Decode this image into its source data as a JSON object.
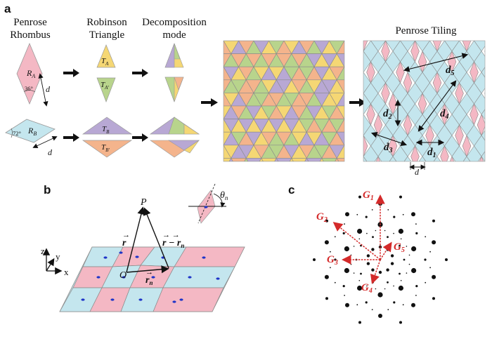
{
  "panels": {
    "a": "a",
    "b": "b",
    "c": "c"
  },
  "row_headers": {
    "rhombus": [
      "Penrose",
      "Rhombus"
    ],
    "triangle": [
      "Robinson",
      "Triangle"
    ],
    "decomposition": [
      "Decomposition",
      "mode"
    ],
    "tiling": "Penrose Tiling"
  },
  "labels": {
    "RA": "R",
    "RA_sub": "A",
    "RB": "R",
    "RB_sub": "B",
    "angle36": "36°",
    "angle72": "72°",
    "d": "d",
    "TA": "T",
    "TA_sub": "A",
    "TA2": "T",
    "TA2_sub": "A'",
    "TB": "T",
    "TB_sub": "B",
    "TB2": "T",
    "TB2_sub": "B'"
  },
  "tiling_labels": {
    "d1": "d",
    "d1_sub": "1",
    "d2": "d",
    "d2_sub": "2",
    "d3": "d",
    "d3_sub": "3",
    "d4": "d",
    "d4_sub": "4",
    "d5": "d",
    "d5_sub": "5",
    "d": "d"
  },
  "panel_b": {
    "P": "P",
    "O": "O",
    "r_vec": "r",
    "r_minus": "r − r",
    "rn_sub": "n",
    "rn": "r",
    "theta": "θ",
    "theta_sub": "n",
    "axes": {
      "z": "z",
      "y": "y",
      "x": "x"
    }
  },
  "panel_c": {
    "G1": "G",
    "G1_sub": "1",
    "G2": "G",
    "G2_sub": "2",
    "G3": "G",
    "G3_sub": "3",
    "G4": "G",
    "G4_sub": "4",
    "G5": "G",
    "G5_sub": "5"
  },
  "colors": {
    "pink": "#f4b8c4",
    "blue": "#c4e6ee",
    "yellow": "#f5d774",
    "green": "#b8d48c",
    "purple": "#b8a8d4",
    "orange": "#f4b48c",
    "edge": "#8a8a8a",
    "red": "#d42a2a",
    "dot_blue": "#1f35c8"
  }
}
